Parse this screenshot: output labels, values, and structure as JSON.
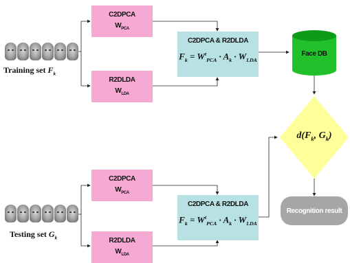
{
  "training_label": "Training set",
  "training_var": "F",
  "training_sub": "k",
  "testing_label": "Testing set",
  "testing_var": "G",
  "testing_sub": "k",
  "c2dpca_title": "C2DPCA",
  "wpca": "W",
  "wpca_sub": "PCA",
  "r2dlda_title": "R2DLDA",
  "wlda": "W",
  "wlda_sub": "LDA",
  "combined_title": "C2DPCA & R2DLDA",
  "face_db_label": "Face DB",
  "distance_label": "d(F_k, G_k)",
  "result_label": "Recognition result",
  "colors": {
    "pink": "#f5a9d3",
    "cyan": "#b7e1e3",
    "yellow": "#ffff99",
    "cylinder": "#22c12b",
    "result": "#a6a6a6"
  }
}
